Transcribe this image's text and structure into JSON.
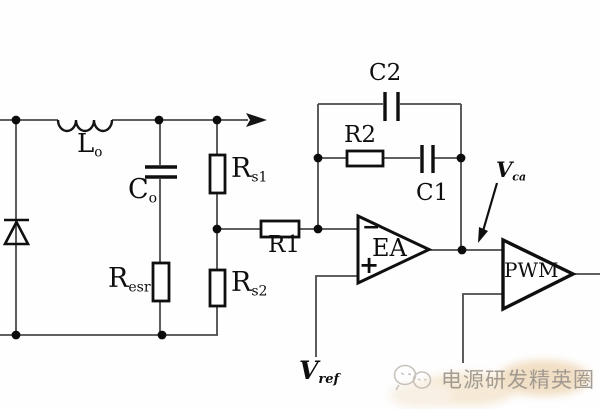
{
  "diagram": {
    "type": "circuit-schematic",
    "description_visible_blocks": [
      "EA",
      "PWM"
    ]
  },
  "labels": {
    "inductor": {
      "base": "L",
      "sub": "o"
    },
    "output_cap": {
      "base": "C",
      "sub": "o"
    },
    "esr": {
      "base": "R",
      "sub": "esr"
    },
    "rs1": {
      "base": "R",
      "sub": "s1"
    },
    "rs2": {
      "base": "R",
      "sub": "s2"
    },
    "r1": "R1",
    "r2": "R2",
    "c1": "C1",
    "c2": "C2",
    "ea": "EA",
    "ea_minus": "−",
    "ea_plus": "+",
    "pwm": "PWM",
    "vca": {
      "base": "V",
      "sub": "ca"
    },
    "vref": {
      "base": "V",
      "sub": "ref"
    }
  },
  "watermark": {
    "text": "电源研发精英圈",
    "logo_icon": "wechat-chat-bubbles-icon"
  },
  "colors": {
    "wire": "#4a4a4a",
    "component": "#0f0f0f",
    "background": "#fefefe",
    "watermark_text": "#9b948c",
    "watermark_blob": "#f1dfc5"
  }
}
